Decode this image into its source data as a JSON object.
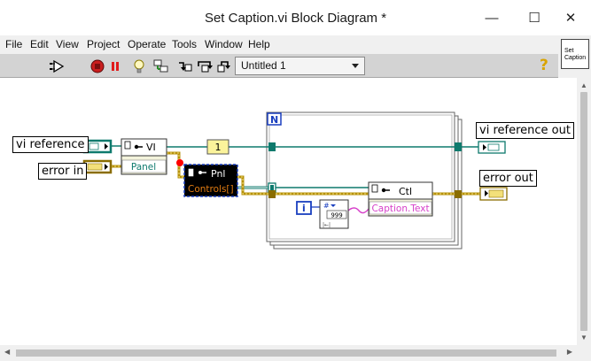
{
  "window": {
    "title": "Set Caption.vi Block Diagram *",
    "minimize_symbol": "—",
    "maximize_symbol": "☐",
    "close_symbol": "✕"
  },
  "menu": {
    "items": [
      "File",
      "Edit",
      "View",
      "Project",
      "Operate",
      "Tools",
      "Window",
      "Help"
    ]
  },
  "toolbar": {
    "buttons": [
      "run-arrow-icon",
      "abort-execution-icon",
      "pause-icon",
      "highlight-execution-icon",
      "retain-wire-values-icon",
      "step-into-icon",
      "step-over-icon",
      "step-out-icon"
    ],
    "context": "Untitled 1",
    "help_glyph": "?"
  },
  "connector_pane": {
    "line1": "Set",
    "line2": "Caption"
  },
  "diagram": {
    "labels": {
      "vi_reference_in": "vi reference",
      "error_in": "error in",
      "vi_reference_out": "vi reference out",
      "error_out": "error out"
    },
    "property_node_vi": {
      "class": "VI",
      "property": "Panel"
    },
    "property_node_pnl": {
      "class": "Pnl",
      "property": "Controls[]"
    },
    "property_node_ctl": {
      "class": "Ctl",
      "property": "Caption.Text"
    },
    "constant_value": "1",
    "loop_count_terminal": "N",
    "loop_index_terminal": "i",
    "number_to_string_width": "999"
  },
  "colors": {
    "refnum_wire": "#0e7a6d",
    "error_wire": "#b5900b",
    "string_wire": "#d63fc9",
    "int_wire": "#1a3fbf",
    "loop_border": "#666666",
    "toolbar_bg": "#d3d3d3",
    "breakpoint": "#ff0000"
  }
}
